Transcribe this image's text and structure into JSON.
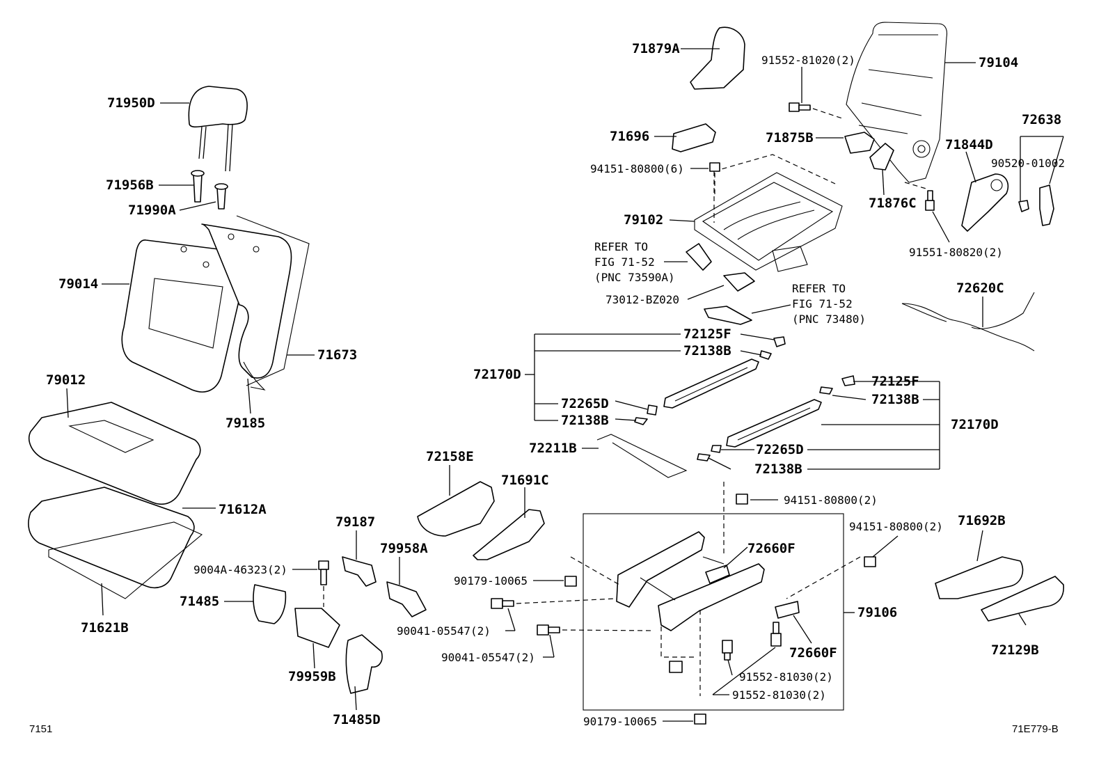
{
  "labels": {
    "p71879A": "71879A",
    "p71950D": "71950D",
    "p71956B": "71956B",
    "p71990A": "71990A",
    "p79014": "79014",
    "p71673": "71673",
    "p79185": "79185",
    "p79012": "79012",
    "p71612A": "71612A",
    "p71621B": "71621B",
    "p71485": "71485",
    "p9004A": "9004A-46323(2)",
    "p79959B": "79959B",
    "p71485D": "71485D",
    "p79187": "79187",
    "p79958A": "79958A",
    "p72158E": "72158E",
    "p71691C": "71691C",
    "p91552_81020": "91552-81020(2)",
    "p79104": "79104",
    "p71696": "71696",
    "p71875B": "71875B",
    "p71844D": "71844D",
    "p72638": "72638",
    "p90520": "90520-01002",
    "p94151_6": "94151-80800(6)",
    "p71876C": "71876C",
    "p79102": "79102",
    "refer1_a": "REFER TO",
    "refer1_b": "FIG 71-52",
    "refer1_c": "(PNC 73590A)",
    "p91551": "91551-80820(2)",
    "p73012": "73012-BZ020",
    "refer2_a": "REFER TO",
    "refer2_b": "FIG 71-52",
    "refer2_c": "(PNC 73480)",
    "p72620C": "72620C",
    "p72125F_a": "72125F",
    "p72138B_a": "72138B",
    "p72170D_a": "72170D",
    "p72265D_a": "72265D",
    "p72138B_b": "72138B",
    "p72125F_b": "72125F",
    "p72138B_c": "72138B",
    "p72170D_b": "72170D",
    "p72211B": "72211B",
    "p72265D_b": "72265D",
    "p72138B_d": "72138B",
    "p94151_2a": "94151-80800(2)",
    "p94151_2b": "94151-80800(2)",
    "p71692B": "71692B",
    "p72660F_a": "72660F",
    "p90179_a": "90179-10065",
    "p79106": "79106",
    "p90041_a": "90041-05547(2)",
    "p90041_b": "90041-05547(2)",
    "p72660F_b": "72660F",
    "p72129B": "72129B",
    "p91552_81030_a": "91552-81030(2)",
    "p91552_81030_b": "91552-81030(2)",
    "p90179_b": "90179-10065"
  },
  "footer": {
    "left": "7151",
    "right": "71E779-B"
  }
}
